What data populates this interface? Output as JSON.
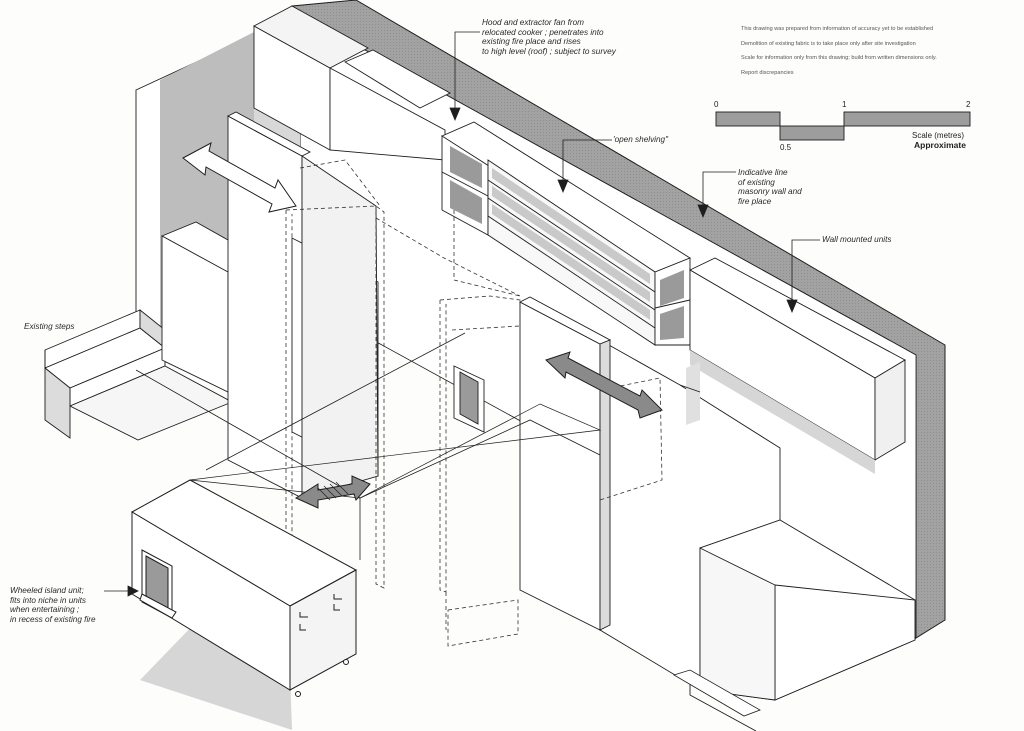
{
  "annotations": {
    "hood": [
      "Hood and extractor fan from",
      "relocated cooker ; penetrates into",
      "existing fire place and rises",
      "to high level (roof) ; subject to survey"
    ],
    "open_shelving": "'open shelving\"",
    "masonry": [
      "Indicative line",
      "of existing",
      "masonry wall and",
      "fire place"
    ],
    "wall_units": "Wall mounted units",
    "steps": "Existing steps",
    "island": [
      "Wheeled island unit;",
      "fits into niche in units",
      "when entertaining ;",
      "in recess of existing fire"
    ]
  },
  "disclaimer": [
    "This drawing was prepared from information of accuracy yet to be established",
    "Demolition of existing fabric is to take place only after site investigation",
    "Scale for information only from this drawing; build from written dimensions only.",
    "Report discrepancies"
  ],
  "scale_bar": {
    "ticks": [
      "0",
      "1",
      "2"
    ],
    "mid_tick": "0.5",
    "title": "Scale (metres)",
    "subtitle": "Approximate"
  },
  "colors": {
    "line": "#1e1e1e",
    "wall_shadow": "#9d9d9d",
    "light_shadow": "#d2d2d2",
    "arrow_fill": "#8a8a8a"
  }
}
